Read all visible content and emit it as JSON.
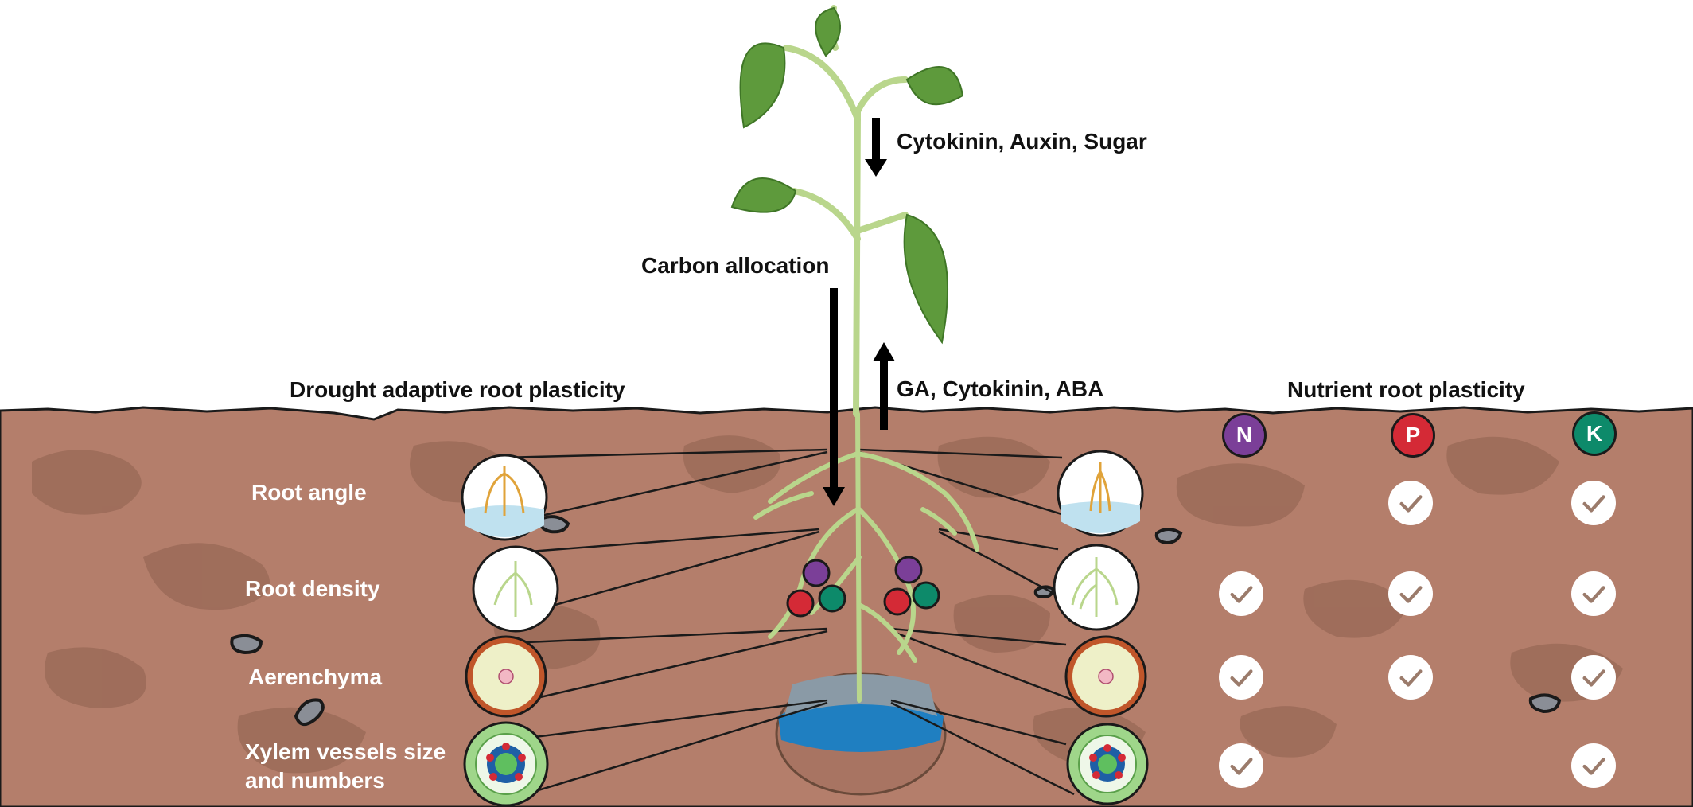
{
  "labels": {
    "hormones_down": "Cytokinin, Auxin, Sugar",
    "carbon": "Carbon allocation",
    "hormones_up": "GA, Cytokinin, ABA",
    "drought_title": "Drought adaptive root plasticity",
    "nutrient_title": "Nutrient root plasticity",
    "root_angle": "Root angle",
    "root_density": "Root density",
    "aerenchyma": "Aerenchyma",
    "xylem_line1": "Xylem vessels size",
    "xylem_line2": "and numbers"
  },
  "nutrients": [
    {
      "symbol": "N",
      "color": "#7b3f98"
    },
    {
      "symbol": "P",
      "color": "#d42a36"
    },
    {
      "symbol": "K",
      "color": "#0d8a6a"
    }
  ],
  "traits": [
    {
      "name": "Root angle",
      "N": false,
      "P": true,
      "K": true
    },
    {
      "name": "Root density",
      "N": true,
      "P": true,
      "K": true
    },
    {
      "name": "Aerenchyma",
      "N": true,
      "P": true,
      "K": true
    },
    {
      "name": "Xylem vessels size and numbers",
      "N": true,
      "P": false,
      "K": true
    }
  ],
  "colors": {
    "soil": "#b47e6b",
    "soil_patch": "#9a6a58",
    "leaf": "#5e9a3c",
    "stem": "#b9d68c",
    "water": "#1f7fc1",
    "check": "#9b7b6b"
  }
}
